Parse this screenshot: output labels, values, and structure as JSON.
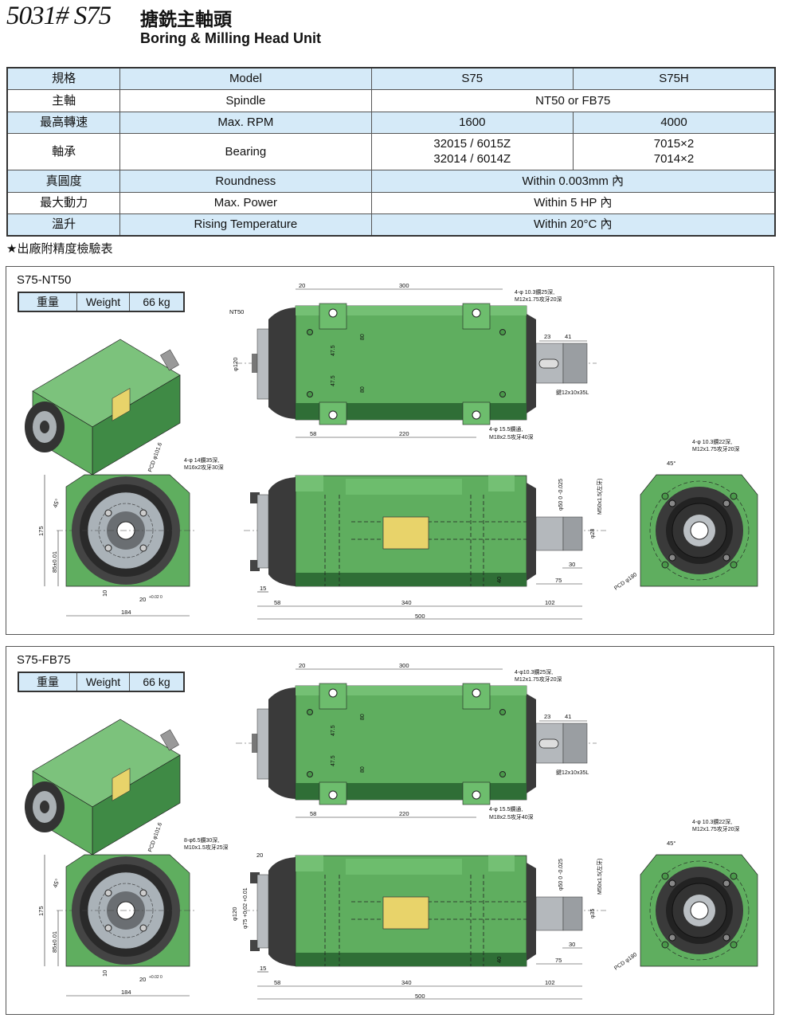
{
  "header": {
    "model": "5031# S75",
    "title_zh": "搪銑主軸頭",
    "title_en": "Boring & Milling Head Unit"
  },
  "spec_table": {
    "header": {
      "zh": "規格",
      "en": "Model",
      "s75": "S75",
      "s75h": "S75H"
    },
    "rows": [
      {
        "zh": "主軸",
        "en": "Spindle",
        "both": "NT50 or FB75"
      },
      {
        "zh": "最高轉速",
        "en": "Max. RPM",
        "s75": "1600",
        "s75h": "4000"
      },
      {
        "zh": "軸承",
        "en": "Bearing",
        "s75_1": "32015 / 6015Z",
        "s75_2": "32014 / 6014Z",
        "s75h_1": "7015×2",
        "s75h_2": "7014×2"
      },
      {
        "zh": "真圓度",
        "en": "Roundness",
        "both": "Within 0.003mm 內"
      },
      {
        "zh": "最大動力",
        "en": "Max. Power",
        "both": "Within 5 HP 內"
      },
      {
        "zh": "溫升",
        "en": "Rising Temperature",
        "both": "Within 20°C 內"
      }
    ],
    "note": "★出廠附精度檢驗表"
  },
  "panels": [
    {
      "title": "S75-NT50",
      "weight": {
        "zh": "重量",
        "en": "Weight",
        "value": "66 kg"
      },
      "top": {
        "d20": "20",
        "d300": "300",
        "d23": "23",
        "d41": "41",
        "d58": "58",
        "d220": "220",
        "phi120": "φ120",
        "nt50": "NT50",
        "d47a": "47.5",
        "d47b": "47.5",
        "d80a": "80",
        "d80b": "80",
        "hole_a1": "4-φ 10.3鑽25深,",
        "hole_a2": "M12x1.75攻牙20深",
        "key": "鍵12x10x35L",
        "hole_b1": "4-φ 15.5鑽通,",
        "hole_b2": "M18x2.5攻牙40深"
      },
      "front": {
        "pcd": "PCD φ101.6",
        "hole1": "4-φ 14鑽35深,",
        "hole2": "M16x2攻牙30深",
        "d175": "175",
        "d85": "85±0.01",
        "ang": "45°",
        "d10": "10",
        "d20": "20",
        "tol": "+0.02 0",
        "d184": "184"
      },
      "side": {
        "d15": "15",
        "d58": "58",
        "d340": "340",
        "d102": "102",
        "d500": "500",
        "d30": "30",
        "d75": "75",
        "d40": "40",
        "phi50": "φ50 0 -0.025",
        "m50": "M50x1.5(左牙)",
        "phi_in": "φ28",
        "phi120": "",
        "phi75": "",
        "d20": ""
      },
      "end": {
        "hole1": "4-φ 10.3鑽22深,",
        "hole2": "M12x1.75攻牙20深",
        "ang": "45°",
        "pcd": "PCD φ180"
      }
    },
    {
      "title": "S75-FB75",
      "weight": {
        "zh": "重量",
        "en": "Weight",
        "value": "66 kg"
      },
      "top": {
        "d20": "20",
        "d300": "300",
        "d23": "23",
        "d41": "41",
        "d58": "58",
        "d220": "220",
        "phi120": "",
        "nt50": "",
        "d47a": "47.5",
        "d47b": "47.5",
        "d80a": "80",
        "d80b": "80",
        "hole_a1": "4-φ10.3鑽25深,",
        "hole_a2": "M12x1.75攻牙20深",
        "key": "鍵12x10x35L",
        "hole_b1": "4-φ 15.5鑽通,",
        "hole_b2": "M18x2.5攻牙40深"
      },
      "front": {
        "pcd": "PCD φ101.6",
        "hole1": "8-φ6.5鑽30深,",
        "hole2": "M10x1.5攻牙25深",
        "d175": "175",
        "d85": "85±0.01",
        "ang": "45°",
        "d10": "10",
        "d20": "20",
        "tol": "+0.02 0",
        "d184": "184"
      },
      "side": {
        "d15": "15",
        "d58": "58",
        "d340": "340",
        "d102": "102",
        "d500": "500",
        "d30": "30",
        "d75": "75",
        "d40": "40",
        "phi50": "φ50 0 -0.025",
        "m50": "M50x1.5(左牙)",
        "phi_in": "φ35",
        "phi120": "φ120",
        "phi75": "φ75 +0.02 +0.01",
        "d20": "20"
      },
      "end": {
        "hole1": "4-φ 10.3鑽22深,",
        "hole2": "M12x1.75攻牙20深",
        "ang": "45°",
        "pcd": "PCD φ180"
      }
    }
  ],
  "colors": {
    "table_blue": "#d5eaf8",
    "body_green": "#5fae5f",
    "dark_green": "#2f6e36",
    "plate_yellow": "#e8d36a"
  }
}
